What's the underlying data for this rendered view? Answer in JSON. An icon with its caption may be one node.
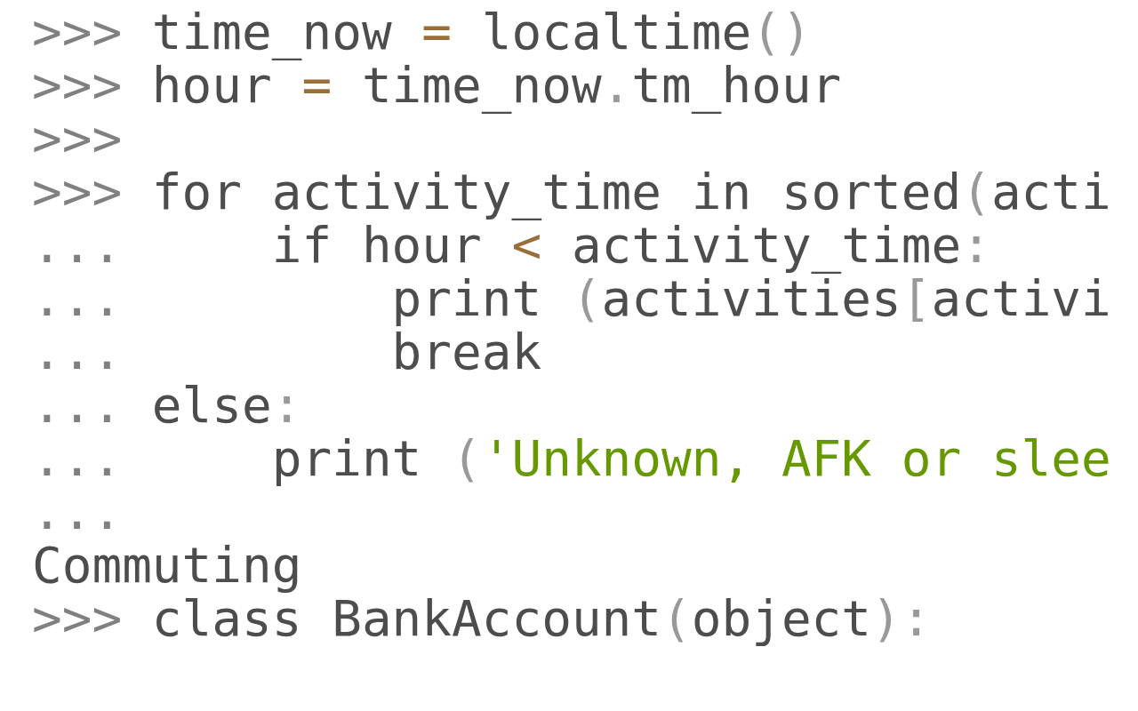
{
  "diagram": {
    "labels": [
      ">>> time_now = localtime()",
      ">>> hour = time_now.tm_hour",
      ">>>",
      ">>> for activity_time in sorted(acti",
      "...     if hour < activity_time:",
      "...         print (activities[activi",
      "...         break",
      "... else:",
      "...     print ('Unknown, AFK or slee",
      "...",
      "Commuting",
      ">>> class BankAccount(object):"
    ]
  }
}
